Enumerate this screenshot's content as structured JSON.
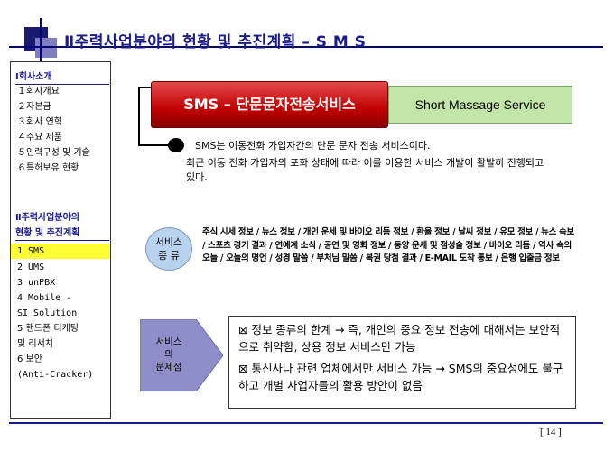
{
  "header": {
    "title": "Ⅱ주력사업분야의 현황 및 추진계획 – S M S"
  },
  "sidebar": {
    "section1": "Ⅰ회사소개",
    "section1_items": [
      {
        "label": "１회사개요"
      },
      {
        "label": "２자본금"
      },
      {
        "label": "３회사 연혁"
      },
      {
        "label": "４주요 제품"
      },
      {
        "label": "５인력구성 및 기술"
      },
      {
        "label": "６특허보유 현황"
      }
    ],
    "section2_line1": "Ⅱ주력사업분야의",
    "section2_line2": "현황 및 추진계획",
    "section2_items": [
      {
        "label": "1 SMS",
        "active": true
      },
      {
        "label": "2 UMS"
      },
      {
        "label": "3 unPBX"
      },
      {
        "label": "4 Mobile -"
      },
      {
        "label": "  SI Solution"
      },
      {
        "label": "5 핸드폰 티케팅"
      },
      {
        "label": "  및 리서치"
      },
      {
        "label": "6 보안"
      },
      {
        "label": " (Anti-Cracker)"
      }
    ]
  },
  "sms": {
    "title": "SMS – 단문문자전송서비스",
    "english": "Short Massage Service",
    "definition": "SMS는 이동전화 가입자간의 단문 문자 전송 서비스이다.",
    "paragraph": "최근 이동 전화 가입자의 포화 상태에 따라 이를 이용한 서비스 개발이 활발히 진행되고 있다."
  },
  "services": {
    "label_line1": "서비스",
    "label_line2": "종 류",
    "list": "주식 시세 정보 / 뉴스 정보 /  개인 운세 및 바이오 리듬 정보 / 환율 정보 / 날씨 정보 / 유모 정보 / 뉴스 속보 / 스포츠 경기 결과 / 연예계 소식 / 공연 및 영화 정보 / 동양 운세 및 점성술 정보 / 바이오 리듬  / 역사 속의 오늘 / 오늘의 명언 / 성경 말씀 / 부처님 말씀 / 복권 당첨 결과 / E-MAIL 도착 통보 / 은행 입출금 정보"
  },
  "problems": {
    "label_line1": "서비스",
    "label_line2": "의",
    "label_line3": "문제점",
    "items": [
      {
        "text": "⊠ 정보 종류의 한계 → 즉, 개인의 중요 정보 전송에   대해서는 보안적으로 취약함, 상용 정보 서비스만 가능"
      },
      {
        "text": "⊠ 통신사나 관련 업체에서만 서비스 가능 → SMS의   중요성에도 불구하고 개별 사업자들의 활용 방안이 없음"
      }
    ]
  },
  "footer": {
    "page": "[ 14 ]"
  },
  "colors": {
    "title_navy": "#1a1a8c",
    "sms_red": "#c00000",
    "english_green": "#c2e6a8",
    "highlight_yellow": "#ffff33",
    "oval_blue": "#b9d2ee",
    "arrow_purple": "#8e8ec8"
  }
}
